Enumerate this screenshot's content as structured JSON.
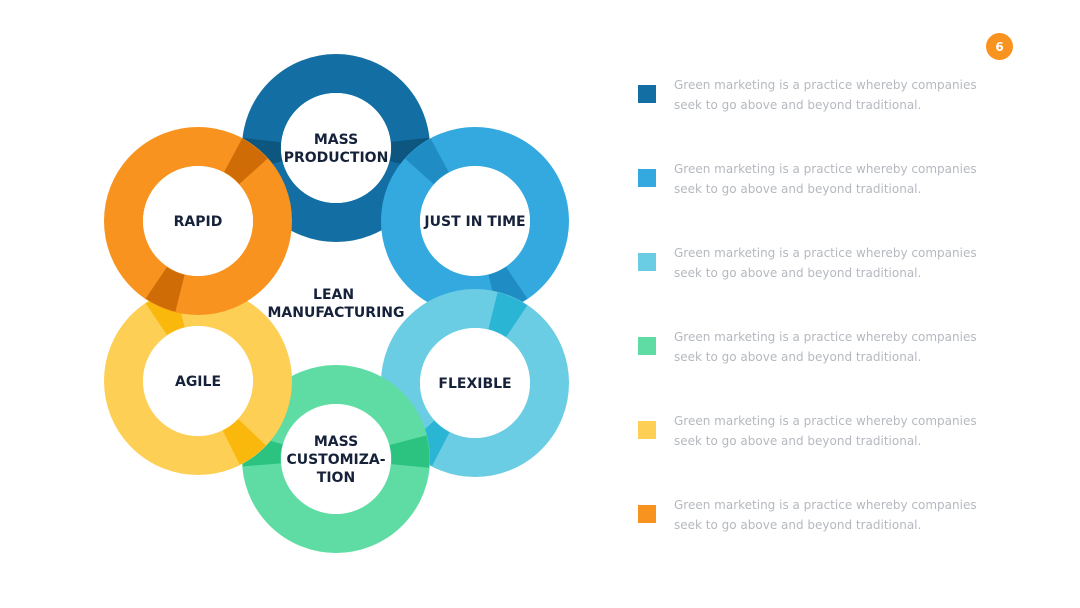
{
  "page_number": "6",
  "center_label": [
    "LEAN",
    "MANUFACTURING"
  ],
  "nodes": [
    {
      "lines": [
        "MASS",
        "PRODUCTION"
      ],
      "color": "#136fa3",
      "dark": "#0c5680",
      "icon": "ring-segment"
    },
    {
      "lines": [
        "JUST IN TIME"
      ],
      "color": "#33a9e0",
      "dark": "#1f8cc4",
      "icon": "ring-segment"
    },
    {
      "lines": [
        "FLEXIBLE"
      ],
      "color": "#6bcde3",
      "dark": "#2ab5d4",
      "icon": "ring-segment"
    },
    {
      "lines": [
        "MASS",
        "CUSTOMIZA-",
        "TION"
      ],
      "color": "#5edca3",
      "dark": "#2cc280",
      "icon": "ring-segment"
    },
    {
      "lines": [
        "AGILE"
      ],
      "color": "#fdcf55",
      "dark": "#fbb80c",
      "icon": "ring-segment"
    },
    {
      "lines": [
        "RAPID"
      ],
      "color": "#f7931e",
      "dark": "#cf6c06",
      "icon": "ring-segment"
    }
  ],
  "legend": [
    {
      "text": "Green marketing is a practice whereby companies seek to go above and beyond traditional.",
      "color": "#136fa3"
    },
    {
      "text": "Green marketing is a practice whereby companies seek to go above and beyond traditional.",
      "color": "#33a9e0"
    },
    {
      "text": "Green marketing is a practice whereby companies seek to go above and beyond traditional.",
      "color": "#6bcde3"
    },
    {
      "text": "Green marketing is a practice whereby companies seek to go above and beyond traditional.",
      "color": "#5edca3"
    },
    {
      "text": "Green marketing is a practice whereby companies seek to go above and beyond traditional.",
      "color": "#fdcf55"
    },
    {
      "text": "Green marketing is a practice whereby companies seek to go above and beyond traditional.",
      "color": "#f7931e"
    }
  ]
}
